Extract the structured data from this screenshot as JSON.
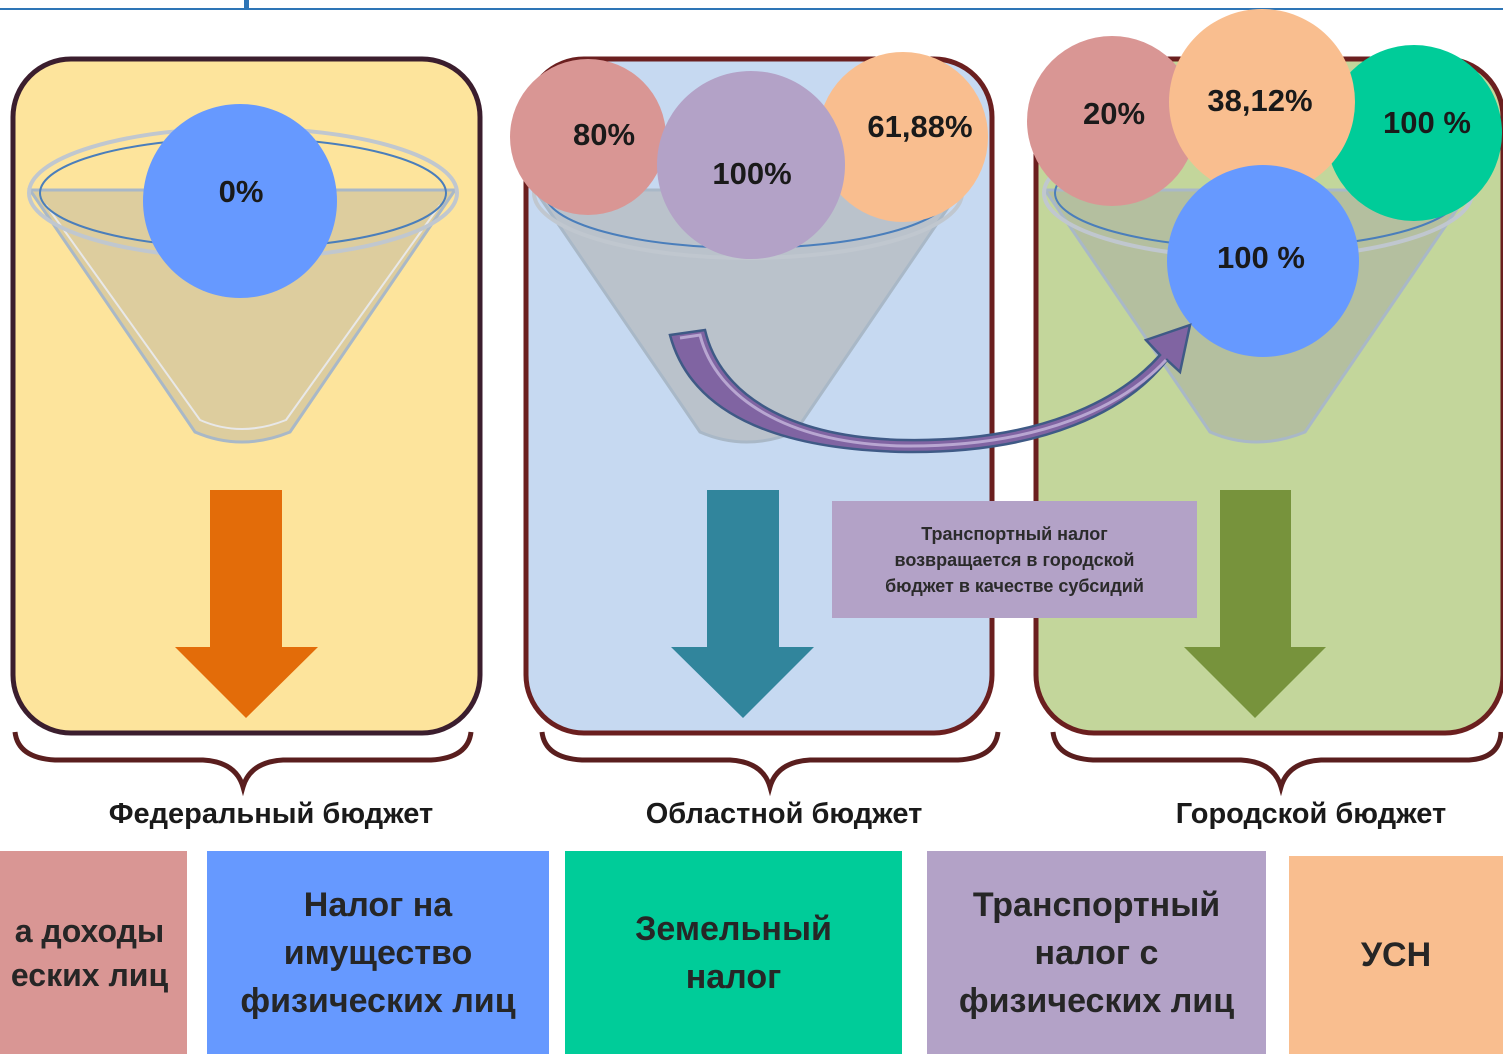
{
  "colors": {
    "ndfl": "#d99694",
    "property": "#6699ff",
    "land": "#00cc99",
    "transport": "#b3a2c7",
    "usn": "#f9be8f",
    "federal_panel": "#fde49c",
    "regional_panel": "#c6d9f1",
    "city_panel": "#c3d69b",
    "federal_arrow": "#e36c09",
    "regional_arrow": "#31859c",
    "city_arrow": "#77933c",
    "panel_border": "#3b1e2e",
    "brace": "#5a1e1e",
    "accent_line": "#2e75b6"
  },
  "icons": [
    "funnel-icon",
    "down-arrow-icon",
    "curved-arrow-icon",
    "brace-icon"
  ],
  "circles": {
    "federal_property": "0%",
    "regional_ndfl": "80%",
    "regional_transport": "100%",
    "regional_usn": "61,88%",
    "city_ndfl": "20%",
    "city_usn": "38,12%",
    "city_land": "100 %",
    "city_property": "100 %"
  },
  "budgets": {
    "federal": "Федеральный бюджет",
    "regional": "Областной бюджет",
    "city": "Городской бюджет"
  },
  "note": "Транспортный налог\nвозвращается в городской\nбюджет в качестве субсидий",
  "legend": {
    "ndfl": "а доходы\nеских лиц",
    "property": "Налог на\nимущество\nфизических лиц",
    "land": "Земельный\nналог",
    "transport": "Транспортный\nналог с\nфизических лиц",
    "usn": "УСН"
  }
}
